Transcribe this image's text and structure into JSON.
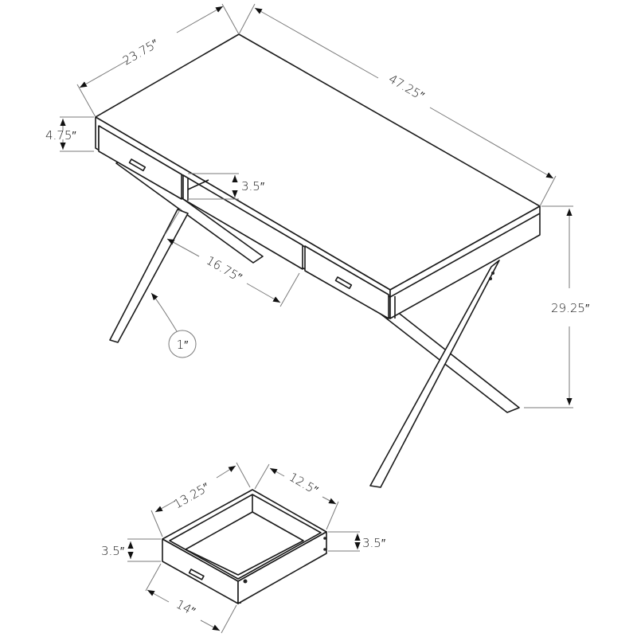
{
  "diagram": {
    "subject": "Writing desk with two drawers and X-frame legs, plus detached drawer",
    "desk": {
      "depth_label": "23.75″",
      "width_label": "47.25″",
      "apron_height_label": "4.75″",
      "center_opening_height_label": "3.5″",
      "leg_spacing_label": "16.75″",
      "leg_thickness_label": "1″",
      "total_height_label": "29.25″"
    },
    "drawer": {
      "inner_width_label": "13.25″",
      "depth_label": "12.5″",
      "front_height_label": "3.5″",
      "side_height_label": "3.5″",
      "front_width_label": "14″"
    },
    "colors": {
      "line": "#1a1a1a",
      "dimension_line": "#7a7a7a",
      "background": "#ffffff"
    }
  }
}
